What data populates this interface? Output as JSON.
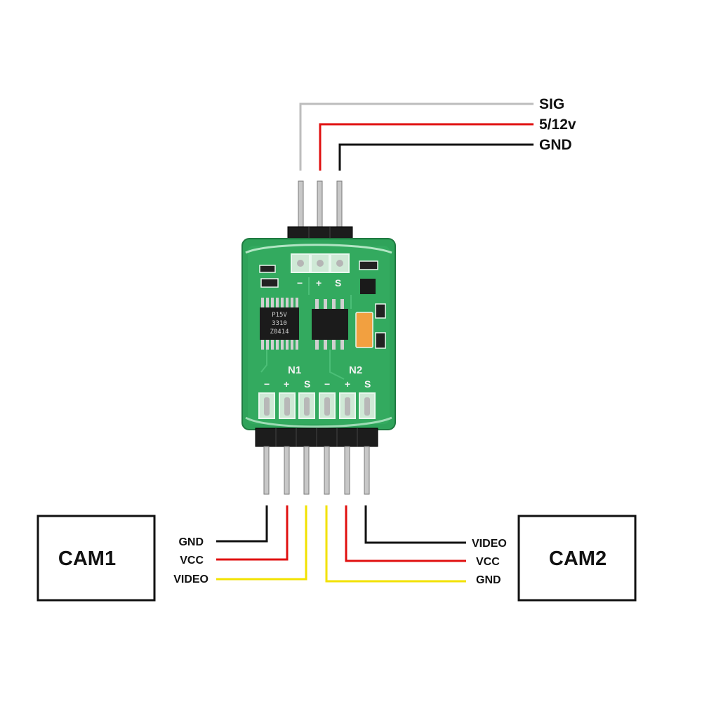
{
  "colors": {
    "sig_wire": "#bdbdbd",
    "power_wire": "#e01010",
    "ground_wire": "#111111",
    "video_wire": "#f2e200",
    "pcb": "#2fa35a"
  },
  "top_labels": {
    "sig": "SIG",
    "power": "5/12v",
    "gnd": "GND"
  },
  "pcb": {
    "top_header_marks": {
      "minus": "−",
      "plus": "+",
      "s": "S"
    },
    "chip_left_text": [
      "P15V",
      "3310",
      "Z0414"
    ],
    "n1": "N1",
    "n2": "N2",
    "bottom_header_marks": {
      "n1_minus": "−",
      "n1_plus": "+",
      "n1_s": "S",
      "n2_minus": "−",
      "n2_plus": "+",
      "n2_s": "S"
    }
  },
  "cam1": {
    "name": "CAM1",
    "wires": {
      "gnd": "GND",
      "vcc": "VCC",
      "video": "VIDEO"
    }
  },
  "cam2": {
    "name": "CAM2",
    "wires": {
      "video": "VIDEO",
      "vcc": "VCC",
      "gnd": "GND"
    }
  }
}
